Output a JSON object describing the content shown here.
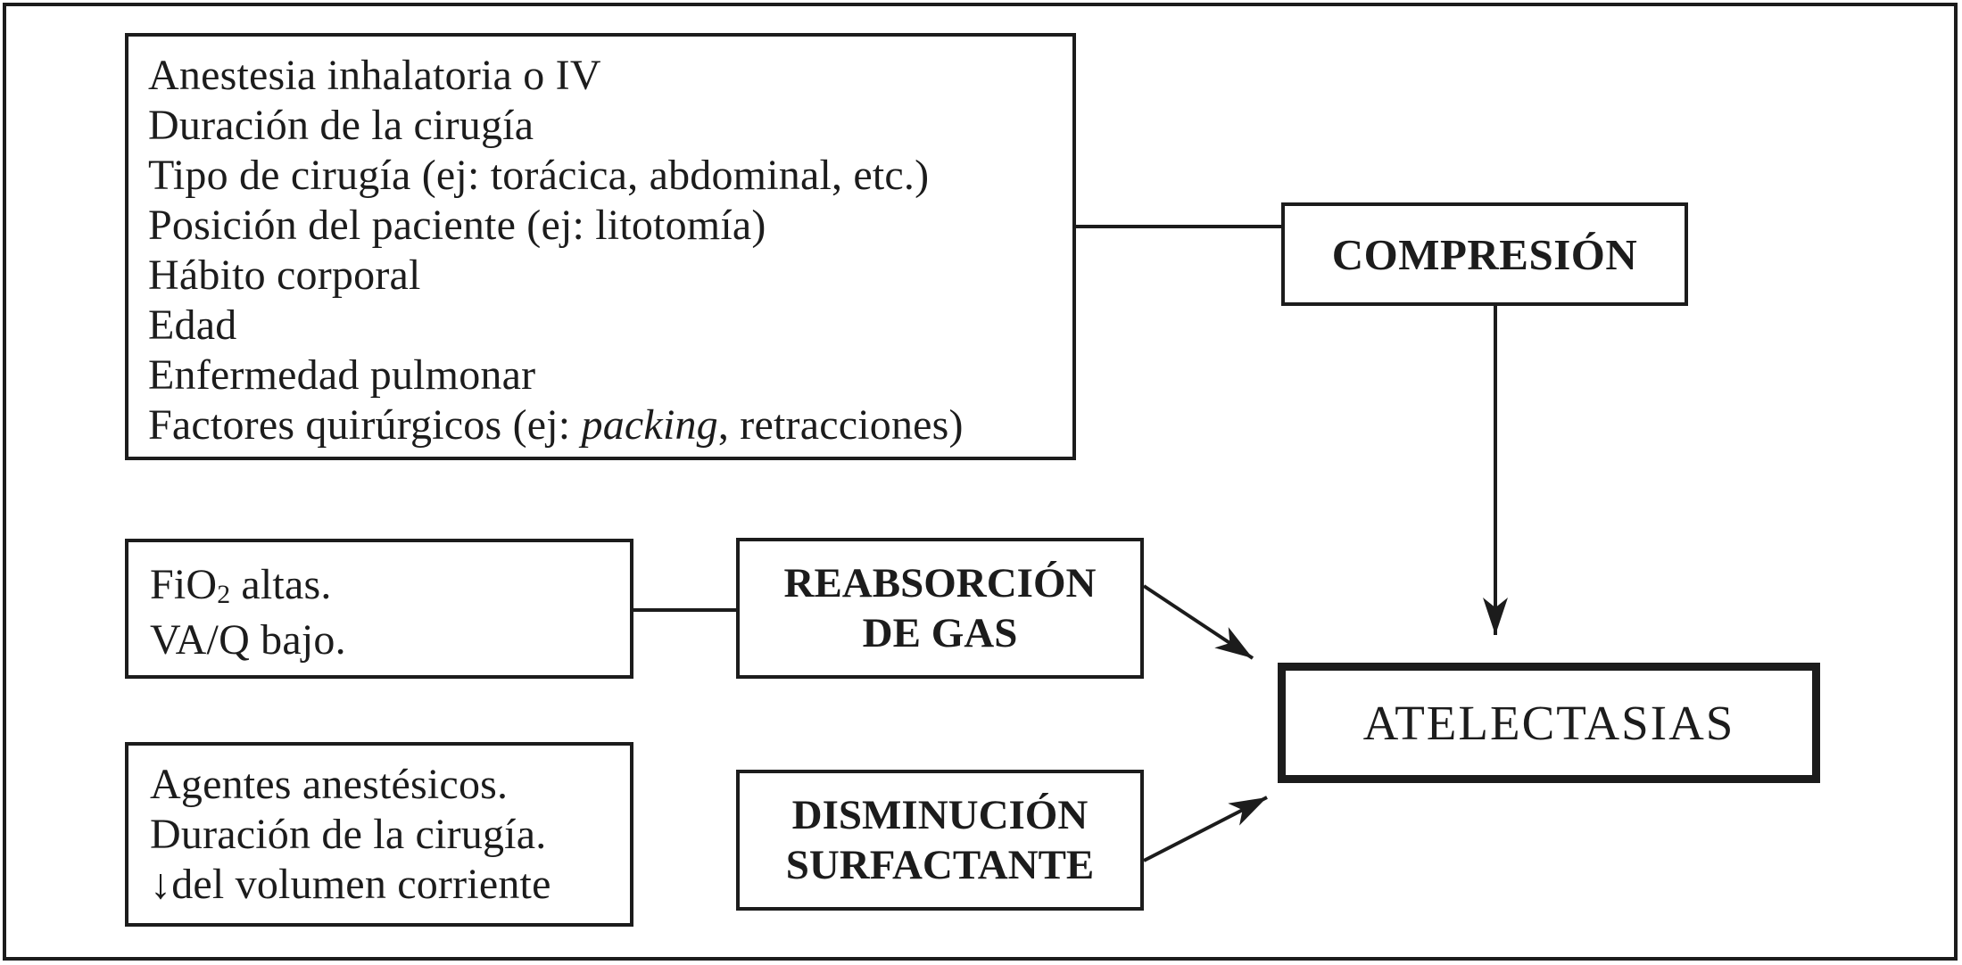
{
  "diagram": {
    "colors": {
      "ink": "#1c1c1c",
      "background": "#ffffff"
    },
    "boxes": {
      "compression_factors": {
        "lines": [
          "Anestesia inhalatoria o IV",
          "Duración de la cirugía",
          "Tipo de cirugía (ej: torácica, abdominal, etc.)",
          "Posición del paciente (ej: litotomía)",
          "Hábito corporal",
          "Edad",
          "Enfermedad pulmonar"
        ],
        "packing_line": {
          "pre": "Factores quirúrgicos (ej: ",
          "italic": "packing",
          "post": ", retracciones)"
        }
      },
      "compression": {
        "label": "COMPRESIÓN"
      },
      "gas_resorption_factors": {
        "line1": {
          "base": "FiO",
          "subscript": "2",
          "rest": " altas."
        },
        "line2": "VA/Q bajo."
      },
      "gas_resorption": {
        "line1": "REABSORCIÓN",
        "line2": "DE GAS"
      },
      "surfactant_factors": {
        "lines": [
          "Agentes anestésicos.",
          "Duración de la cirugía.",
          "↓del volumen corriente"
        ]
      },
      "surfactant_decrease": {
        "line1": "DISMINUCIÓN",
        "line2": "SURFACTANTE"
      },
      "outcome": {
        "label": "ATELECTASIAS"
      }
    }
  }
}
